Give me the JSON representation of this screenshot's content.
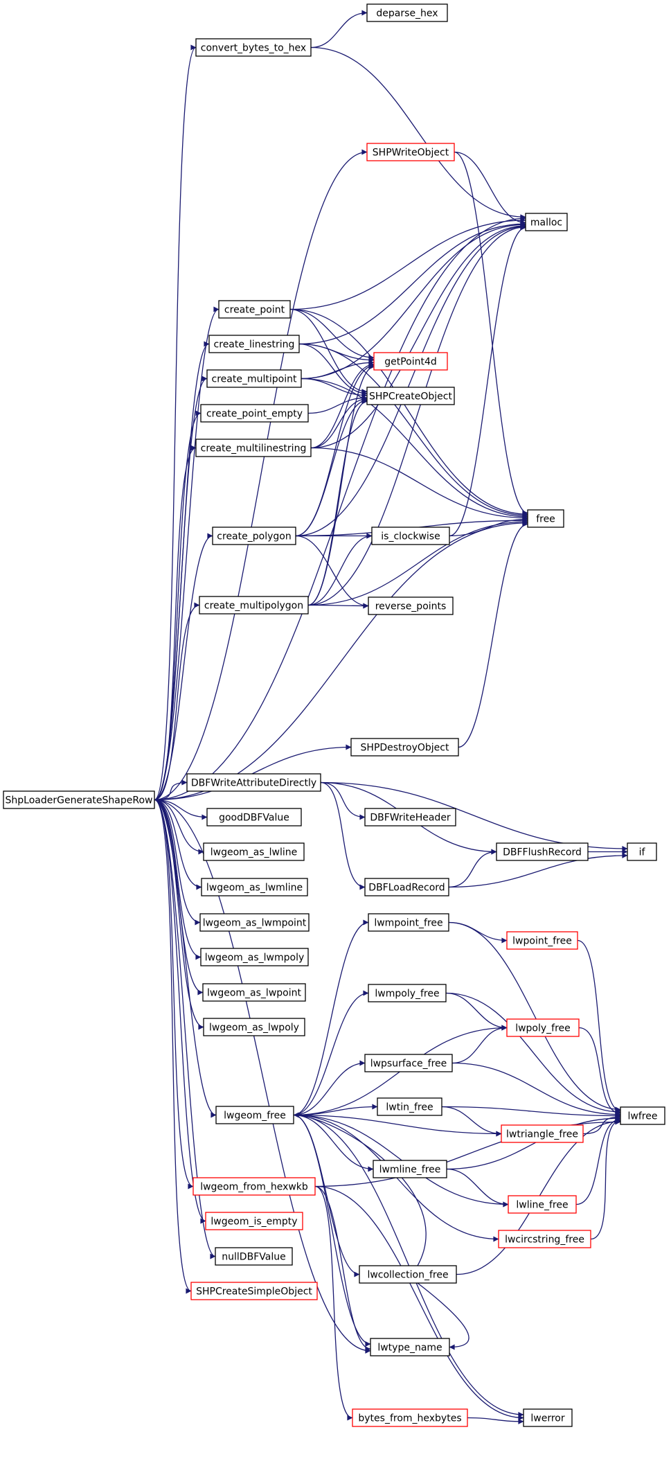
{
  "graph": {
    "edge_color": "#191970",
    "root_fill": "#bfbfbf",
    "node_border": "#000000",
    "truncated_border": "#ff0000",
    "root": "ShpLoaderGenerateShapeRow",
    "nodes": [
      {
        "id": "root",
        "label": "ShpLoaderGenerateShapeRow",
        "style": "root"
      },
      {
        "id": "convert_bytes_to_hex",
        "label": "convert_bytes_to_hex",
        "style": "normal"
      },
      {
        "id": "deparse_hex",
        "label": "deparse_hex",
        "style": "normal"
      },
      {
        "id": "SHPWriteObject",
        "label": "SHPWriteObject",
        "style": "truncated"
      },
      {
        "id": "malloc",
        "label": "malloc",
        "style": "normal"
      },
      {
        "id": "create_point",
        "label": "create_point",
        "style": "normal"
      },
      {
        "id": "create_linestring",
        "label": "create_linestring",
        "style": "normal"
      },
      {
        "id": "getPoint4d",
        "label": "getPoint4d",
        "style": "truncated"
      },
      {
        "id": "create_multipoint",
        "label": "create_multipoint",
        "style": "normal"
      },
      {
        "id": "SHPCreateObject",
        "label": "SHPCreateObject",
        "style": "normal"
      },
      {
        "id": "create_point_empty",
        "label": "create_point_empty",
        "style": "normal"
      },
      {
        "id": "create_multilinestring",
        "label": "create_multilinestring",
        "style": "normal"
      },
      {
        "id": "free",
        "label": "free",
        "style": "normal"
      },
      {
        "id": "create_polygon",
        "label": "create_polygon",
        "style": "normal"
      },
      {
        "id": "is_clockwise",
        "label": "is_clockwise",
        "style": "normal"
      },
      {
        "id": "create_multipolygon",
        "label": "create_multipolygon",
        "style": "normal"
      },
      {
        "id": "reverse_points",
        "label": "reverse_points",
        "style": "normal"
      },
      {
        "id": "SHPDestroyObject",
        "label": "SHPDestroyObject",
        "style": "normal"
      },
      {
        "id": "DBFWriteAttributeDirectly",
        "label": "DBFWriteAttributeDirectly",
        "style": "normal"
      },
      {
        "id": "goodDBFValue",
        "label": "goodDBFValue",
        "style": "normal"
      },
      {
        "id": "DBFWriteHeader",
        "label": "DBFWriteHeader",
        "style": "normal"
      },
      {
        "id": "DBFFlushRecord",
        "label": "DBFFlushRecord",
        "style": "normal"
      },
      {
        "id": "if",
        "label": "if",
        "style": "normal"
      },
      {
        "id": "lwgeom_as_lwline",
        "label": "lwgeom_as_lwline",
        "style": "normal"
      },
      {
        "id": "lwgeom_as_lwmline",
        "label": "lwgeom_as_lwmline",
        "style": "normal"
      },
      {
        "id": "DBFLoadRecord",
        "label": "DBFLoadRecord",
        "style": "normal"
      },
      {
        "id": "lwgeom_as_lwmpoint",
        "label": "lwgeom_as_lwmpoint",
        "style": "normal"
      },
      {
        "id": "lwmpoint_free",
        "label": "lwmpoint_free",
        "style": "normal"
      },
      {
        "id": "lwpoint_free",
        "label": "lwpoint_free",
        "style": "truncated"
      },
      {
        "id": "lwgeom_as_lwmpoly",
        "label": "lwgeom_as_lwmpoly",
        "style": "normal"
      },
      {
        "id": "lwgeom_as_lwpoint",
        "label": "lwgeom_as_lwpoint",
        "style": "normal"
      },
      {
        "id": "lwmpoly_free",
        "label": "lwmpoly_free",
        "style": "normal"
      },
      {
        "id": "lwgeom_as_lwpoly",
        "label": "lwgeom_as_lwpoly",
        "style": "normal"
      },
      {
        "id": "lwpoly_free",
        "label": "lwpoly_free",
        "style": "truncated"
      },
      {
        "id": "lwpsurface_free",
        "label": "lwpsurface_free",
        "style": "normal"
      },
      {
        "id": "lwgeom_free",
        "label": "lwgeom_free",
        "style": "normal"
      },
      {
        "id": "lwtin_free",
        "label": "lwtin_free",
        "style": "normal"
      },
      {
        "id": "lwfree",
        "label": "lwfree",
        "style": "normal"
      },
      {
        "id": "lwtriangle_free",
        "label": "lwtriangle_free",
        "style": "truncated"
      },
      {
        "id": "lwmline_free",
        "label": "lwmline_free",
        "style": "normal"
      },
      {
        "id": "lwgeom_from_hexwkb",
        "label": "lwgeom_from_hexwkb",
        "style": "truncated"
      },
      {
        "id": "lwline_free",
        "label": "lwline_free",
        "style": "truncated"
      },
      {
        "id": "lwgeom_is_empty",
        "label": "lwgeom_is_empty",
        "style": "truncated"
      },
      {
        "id": "lwcircstring_free",
        "label": "lwcircstring_free",
        "style": "truncated"
      },
      {
        "id": "nullDBFValue",
        "label": "nullDBFValue",
        "style": "normal"
      },
      {
        "id": "lwcollection_free",
        "label": "lwcollection_free",
        "style": "normal"
      },
      {
        "id": "SHPCreateSimpleObject",
        "label": "SHPCreateSimpleObject",
        "style": "truncated"
      },
      {
        "id": "lwtype_name",
        "label": "lwtype_name",
        "style": "normal"
      },
      {
        "id": "bytes_from_hexbytes",
        "label": "bytes_from_hexbytes",
        "style": "truncated"
      },
      {
        "id": "lwerror",
        "label": "lwerror",
        "style": "normal"
      }
    ],
    "edges": [
      {
        "from": "root",
        "to": "convert_bytes_to_hex"
      },
      {
        "from": "root",
        "to": "malloc"
      },
      {
        "from": "root",
        "to": "SHPWriteObject"
      },
      {
        "from": "root",
        "to": "create_point"
      },
      {
        "from": "root",
        "to": "create_linestring"
      },
      {
        "from": "root",
        "to": "create_multipoint"
      },
      {
        "from": "root",
        "to": "create_point_empty"
      },
      {
        "from": "root",
        "to": "create_multilinestring"
      },
      {
        "from": "root",
        "to": "create_polygon"
      },
      {
        "from": "root",
        "to": "create_multipolygon"
      },
      {
        "from": "root",
        "to": "free"
      },
      {
        "from": "root",
        "to": "SHPDestroyObject"
      },
      {
        "from": "root",
        "to": "DBFWriteAttributeDirectly"
      },
      {
        "from": "root",
        "to": "goodDBFValue"
      },
      {
        "from": "root",
        "to": "lwgeom_as_lwline"
      },
      {
        "from": "root",
        "to": "lwgeom_as_lwmline"
      },
      {
        "from": "root",
        "to": "lwgeom_as_lwmpoint"
      },
      {
        "from": "root",
        "to": "lwgeom_as_lwmpoly"
      },
      {
        "from": "root",
        "to": "lwgeom_as_lwpoint"
      },
      {
        "from": "root",
        "to": "lwgeom_as_lwpoly"
      },
      {
        "from": "root",
        "to": "lwgeom_free"
      },
      {
        "from": "root",
        "to": "lwgeom_from_hexwkb"
      },
      {
        "from": "root",
        "to": "lwgeom_is_empty"
      },
      {
        "from": "root",
        "to": "nullDBFValue"
      },
      {
        "from": "root",
        "to": "SHPCreateSimpleObject"
      },
      {
        "from": "root",
        "to": "lwtype_name"
      },
      {
        "from": "convert_bytes_to_hex",
        "to": "deparse_hex"
      },
      {
        "from": "convert_bytes_to_hex",
        "to": "malloc"
      },
      {
        "from": "SHPWriteObject",
        "to": "malloc"
      },
      {
        "from": "SHPWriteObject",
        "to": "free"
      },
      {
        "from": "create_point",
        "to": "malloc"
      },
      {
        "from": "create_point",
        "to": "getPoint4d"
      },
      {
        "from": "create_point",
        "to": "SHPCreateObject"
      },
      {
        "from": "create_point",
        "to": "free"
      },
      {
        "from": "create_linestring",
        "to": "malloc"
      },
      {
        "from": "create_linestring",
        "to": "getPoint4d"
      },
      {
        "from": "create_linestring",
        "to": "SHPCreateObject"
      },
      {
        "from": "create_linestring",
        "to": "free"
      },
      {
        "from": "create_multipoint",
        "to": "malloc"
      },
      {
        "from": "create_multipoint",
        "to": "getPoint4d"
      },
      {
        "from": "create_multipoint",
        "to": "SHPCreateObject"
      },
      {
        "from": "create_multipoint",
        "to": "free"
      },
      {
        "from": "create_point_empty",
        "to": "SHPCreateObject"
      },
      {
        "from": "create_multilinestring",
        "to": "malloc"
      },
      {
        "from": "create_multilinestring",
        "to": "getPoint4d"
      },
      {
        "from": "create_multilinestring",
        "to": "SHPCreateObject"
      },
      {
        "from": "create_multilinestring",
        "to": "free"
      },
      {
        "from": "create_polygon",
        "to": "malloc"
      },
      {
        "from": "create_polygon",
        "to": "getPoint4d"
      },
      {
        "from": "create_polygon",
        "to": "SHPCreateObject"
      },
      {
        "from": "create_polygon",
        "to": "is_clockwise"
      },
      {
        "from": "create_polygon",
        "to": "free"
      },
      {
        "from": "create_polygon",
        "to": "reverse_points"
      },
      {
        "from": "create_multipolygon",
        "to": "malloc"
      },
      {
        "from": "create_multipolygon",
        "to": "getPoint4d"
      },
      {
        "from": "create_multipolygon",
        "to": "SHPCreateObject"
      },
      {
        "from": "create_multipolygon",
        "to": "is_clockwise"
      },
      {
        "from": "create_multipolygon",
        "to": "free"
      },
      {
        "from": "create_multipolygon",
        "to": "reverse_points"
      },
      {
        "from": "is_clockwise",
        "to": "malloc"
      },
      {
        "from": "is_clockwise",
        "to": "free"
      },
      {
        "from": "SHPDestroyObject",
        "to": "free"
      },
      {
        "from": "DBFWriteAttributeDirectly",
        "to": "DBFWriteHeader"
      },
      {
        "from": "DBFWriteAttributeDirectly",
        "to": "DBFFlushRecord"
      },
      {
        "from": "DBFWriteAttributeDirectly",
        "to": "if"
      },
      {
        "from": "DBFWriteAttributeDirectly",
        "to": "DBFLoadRecord"
      },
      {
        "from": "DBFFlushRecord",
        "to": "if"
      },
      {
        "from": "DBFLoadRecord",
        "to": "DBFFlushRecord"
      },
      {
        "from": "DBFLoadRecord",
        "to": "if"
      },
      {
        "from": "lwmpoint_free",
        "to": "lwpoint_free"
      },
      {
        "from": "lwmpoint_free",
        "to": "lwfree"
      },
      {
        "from": "lwpoint_free",
        "to": "lwfree"
      },
      {
        "from": "lwmpoly_free",
        "to": "lwpoly_free"
      },
      {
        "from": "lwmpoly_free",
        "to": "lwfree"
      },
      {
        "from": "lwpoly_free",
        "to": "lwfree"
      },
      {
        "from": "lwpsurface_free",
        "to": "lwpoly_free"
      },
      {
        "from": "lwpsurface_free",
        "to": "lwfree"
      },
      {
        "from": "lwgeom_free",
        "to": "lwmpoint_free"
      },
      {
        "from": "lwgeom_free",
        "to": "lwmpoly_free"
      },
      {
        "from": "lwgeom_free",
        "to": "lwpoly_free"
      },
      {
        "from": "lwgeom_free",
        "to": "lwpsurface_free"
      },
      {
        "from": "lwgeom_free",
        "to": "lwtin_free"
      },
      {
        "from": "lwgeom_free",
        "to": "lwtriangle_free"
      },
      {
        "from": "lwgeom_free",
        "to": "lwmline_free"
      },
      {
        "from": "lwgeom_free",
        "to": "lwline_free"
      },
      {
        "from": "lwgeom_free",
        "to": "lwcircstring_free"
      },
      {
        "from": "lwgeom_free",
        "to": "lwcollection_free"
      },
      {
        "from": "lwgeom_free",
        "to": "lwtype_name"
      },
      {
        "from": "lwgeom_free",
        "to": "lwerror"
      },
      {
        "from": "lwtin_free",
        "to": "lwtriangle_free"
      },
      {
        "from": "lwtin_free",
        "to": "lwfree"
      },
      {
        "from": "lwtriangle_free",
        "to": "lwfree"
      },
      {
        "from": "lwmline_free",
        "to": "lwline_free"
      },
      {
        "from": "lwmline_free",
        "to": "lwfree"
      },
      {
        "from": "lwline_free",
        "to": "lwfree"
      },
      {
        "from": "lwcircstring_free",
        "to": "lwfree"
      },
      {
        "from": "lwcollection_free",
        "to": "lwgeom_free"
      },
      {
        "from": "lwcollection_free",
        "to": "lwfree"
      },
      {
        "from": "lwcollection_free",
        "to": "lwtype_name"
      },
      {
        "from": "lwgeom_from_hexwkb",
        "to": "lwtype_name"
      },
      {
        "from": "lwgeom_from_hexwkb",
        "to": "lwfree"
      },
      {
        "from": "lwgeom_from_hexwkb",
        "to": "bytes_from_hexbytes"
      },
      {
        "from": "lwgeom_from_hexwkb",
        "to": "lwerror"
      },
      {
        "from": "bytes_from_hexbytes",
        "to": "lwerror"
      }
    ]
  }
}
